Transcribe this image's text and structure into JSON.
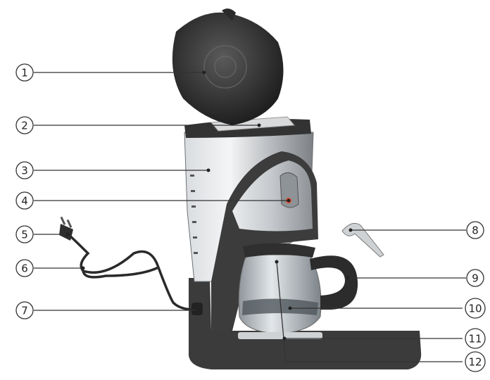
{
  "callouts": [
    {
      "label": "1"
    },
    {
      "label": "2"
    },
    {
      "label": "3"
    },
    {
      "label": "4"
    },
    {
      "label": "5"
    },
    {
      "label": "6"
    },
    {
      "label": "7"
    },
    {
      "label": "8"
    },
    {
      "label": "9"
    },
    {
      "label": "10"
    },
    {
      "label": "11"
    },
    {
      "label": "12"
    }
  ],
  "colors": {
    "lid": "#2e2e2e",
    "body": "#b9bcbf",
    "dark_plastic": "#3a3a3a",
    "glass": "#c9cfd3",
    "leader": "#333333"
  }
}
